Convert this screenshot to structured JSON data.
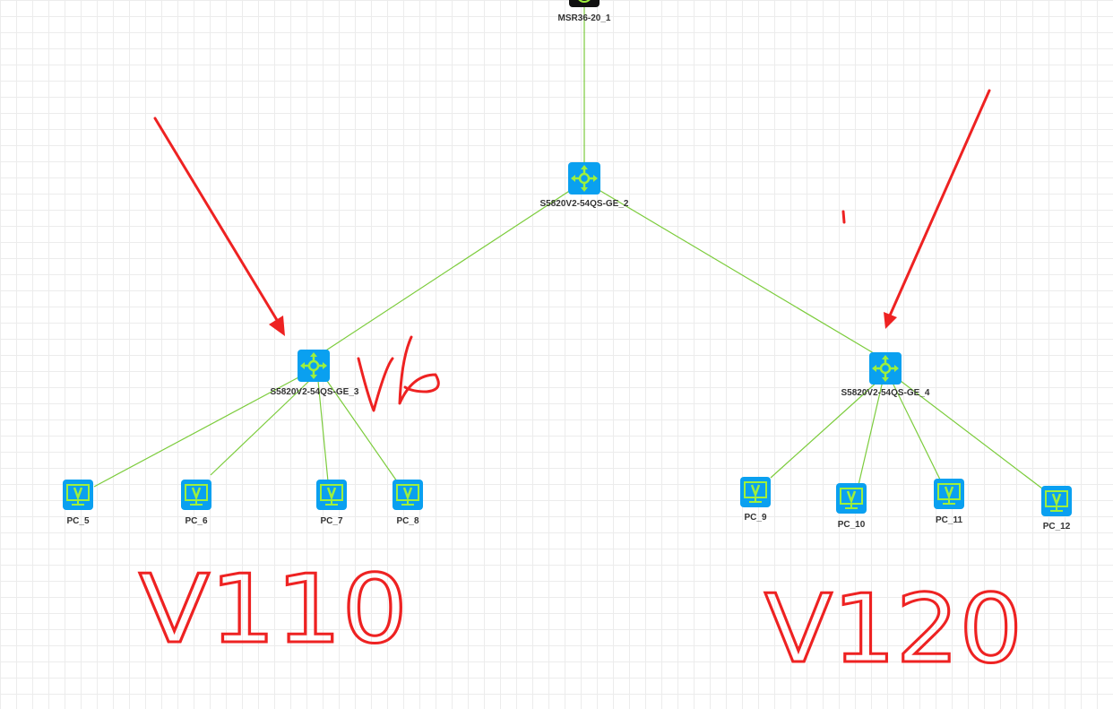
{
  "topology": {
    "router": {
      "label": "MSR36-20_1"
    },
    "switches": [
      {
        "label": "S5820V2-54QS-GE_2"
      },
      {
        "label": "S5820V2-54QS-GE_3"
      },
      {
        "label": "S5820V2-54QS-GE_4"
      }
    ],
    "pcs": [
      {
        "label": "PC_5"
      },
      {
        "label": "PC_6"
      },
      {
        "label": "PC_7"
      },
      {
        "label": "PC_8"
      },
      {
        "label": "PC_9"
      },
      {
        "label": "PC_10"
      },
      {
        "label": "PC_11"
      },
      {
        "label": "PC_12"
      }
    ]
  },
  "annotations": {
    "switch3_note": "V6",
    "left_group_note": "V110",
    "right_group_note": "V120"
  },
  "colors": {
    "link": "#7ccc3c",
    "device": "#0aa0f0",
    "device_glyph": "#9ef03c",
    "annotation": "#ee2222"
  }
}
